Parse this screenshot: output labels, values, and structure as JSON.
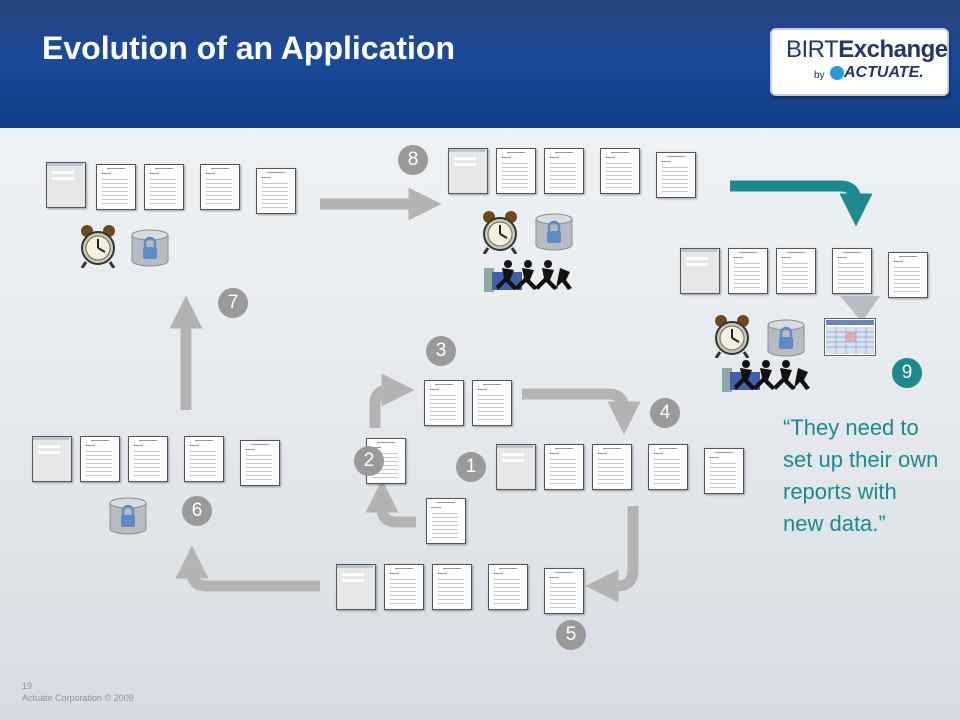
{
  "slide": {
    "title": "Evolution of an Application",
    "page_number": "19",
    "copyright": "Actuate Corporation © 2009"
  },
  "logo": {
    "birt": "BIRT",
    "exchange": "Exchange",
    "by": "by",
    "actuate": "ACTUATE."
  },
  "steps": [
    "1",
    "2",
    "3",
    "4",
    "5",
    "6",
    "7",
    "8",
    "9"
  ],
  "quote": "“They need to set up their own reports with new data.”",
  "colors": {
    "header": "#123d86",
    "accent_teal": "#1d8a8f",
    "badge_gray": "#9a9a9a",
    "arrow_gray": "#b3b3b3"
  }
}
